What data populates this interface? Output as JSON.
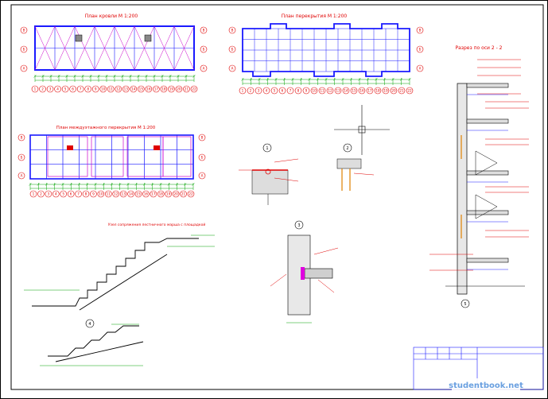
{
  "titles": {
    "plan_roof": "План кровли М 1:200",
    "plan_slab": "План перекрытия М 1:200",
    "plan_intermediate": "План междуэтажного перекрытия М 1:200",
    "stair_node": "Узел сопряжения лестничного марша с площадкой",
    "section": "Разрез по оси 2 - 2"
  },
  "axes": {
    "rows": [
      "В",
      "Б",
      "А"
    ],
    "cols": [
      "1",
      "2",
      "3",
      "4",
      "5",
      "6",
      "7",
      "8",
      "9",
      "10",
      "11",
      "12",
      "13",
      "14",
      "15",
      "16",
      "17",
      "18",
      "19",
      "20",
      "21",
      "22"
    ]
  },
  "callouts": [
    "1",
    "2",
    "3",
    "4",
    "5"
  ],
  "watermark": "studentbook.net",
  "colors": {
    "line_blue": "#1a1aff",
    "dim_green": "#00a000",
    "axis_red": "#e00000",
    "accent_magenta": "#cc00cc",
    "frame": "#000000"
  }
}
